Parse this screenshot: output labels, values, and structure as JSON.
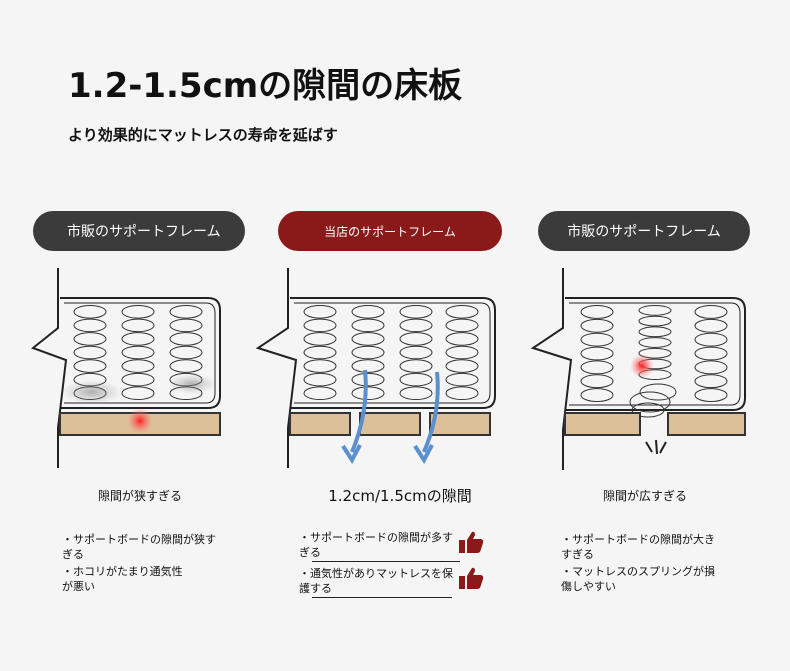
{
  "header": {
    "title": "1.2-1.5cmの隙間の床板",
    "subtitle": "より効果的にマットレスの寿命を延ばす"
  },
  "panels": [
    {
      "label": "市販のサポートフレーム",
      "caption": "隙間が狭すぎる",
      "points": [
        "・サポートボードの隙間が狭すぎる",
        "・ホコリがたまり通気性が悪い"
      ]
    },
    {
      "label": "当店のサポートフレーム",
      "caption": "1.2cm/1.5cmの隙間",
      "points": [
        "・サポートボードの隙間が多すぎる",
        "・通気性がありマットレスを保護する"
      ]
    },
    {
      "label": "市販のサポートフレーム",
      "caption": "隙間が広すぎる",
      "points": [
        "・サポートボードの隙間が大きすぎる",
        "・マットレスのスプリングが損傷しやすい"
      ]
    }
  ],
  "icons": {
    "thumbs_up": "thumbs-up-icon"
  },
  "colors": {
    "accent_red": "#8a1a1a",
    "pill_dark": "#3b3b3b",
    "board": "#dcc09a",
    "arrow": "#5a8fd0",
    "hotspot": "#ff3030"
  }
}
